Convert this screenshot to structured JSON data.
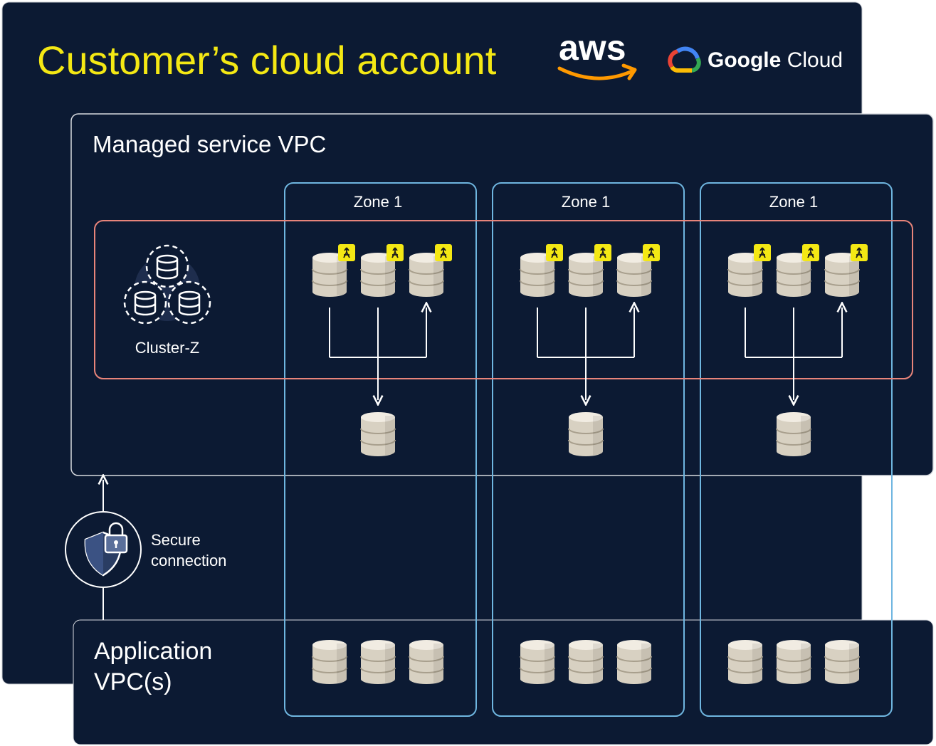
{
  "title": "Customer’s cloud account",
  "providers": {
    "aws": {
      "label": "aws",
      "icon": "aws-smile-arrow-icon",
      "accent": "#ff9900"
    },
    "gcp": {
      "label_bold": "Google",
      "label_light": "Cloud",
      "icon": "google-cloud-icon"
    }
  },
  "managed_vpc": {
    "label": "Managed service VPC"
  },
  "cluster": {
    "label": "Cluster-Z",
    "icon": "cluster-databases-icon",
    "border_color": "#e8847a"
  },
  "zones": [
    {
      "label": "Zone 1"
    },
    {
      "label": "Zone 1"
    },
    {
      "label": "Zone 1"
    }
  ],
  "secure_connection": {
    "line1": "Secure",
    "line2": "connection",
    "icon": "shield-lock-icon"
  },
  "application_vpc": {
    "line1": "Application",
    "line2": "VPC(s)"
  },
  "colors": {
    "navy": "#0c1a33",
    "title_yellow": "#f4e814",
    "zone_border": "#6fb6e0",
    "badge_yellow": "#f4e814",
    "db_fill": "#d8d1c2"
  }
}
